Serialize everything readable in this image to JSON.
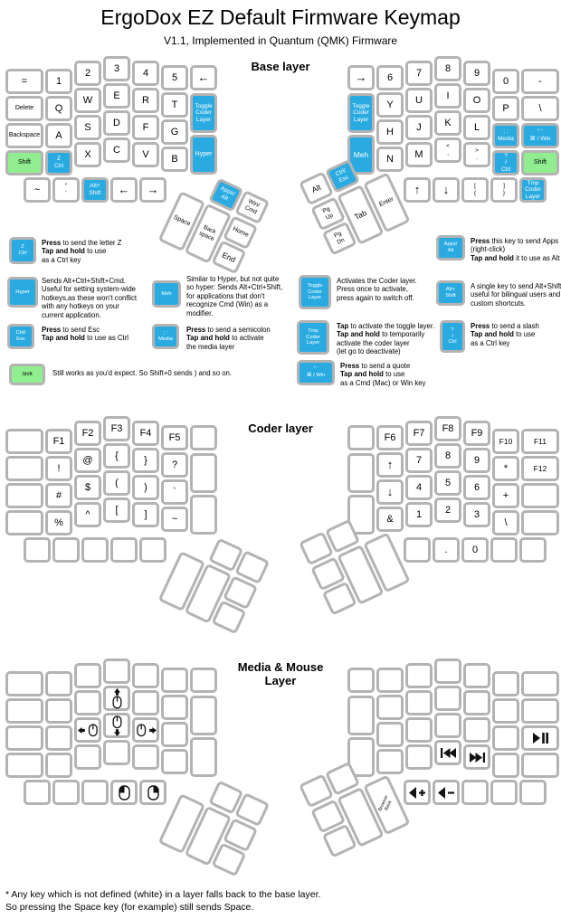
{
  "title": "ErgoDox EZ Default Firmware Keymap",
  "subtitle": "V1.1, Implemented in Quantum (QMK) Firmware",
  "footnote": {
    "line1": "* Any key which is not defined (white) in a layer falls back to the base layer.",
    "line2": "So pressing the Space key (for example) still sends Space."
  },
  "colors": {
    "accent_blue": "#29ABE2",
    "accent_green": "#90EE90",
    "key_border": "#B3B3B3",
    "key_fill": "#FFFFFF"
  },
  "layers": [
    {
      "id": "base",
      "label_lines": [
        "Base layer"
      ],
      "keys": {
        "l10": {
          "t": [
            "="
          ]
        },
        "l11": {
          "t": [
            "1"
          ]
        },
        "l12": {
          "t": [
            "2"
          ]
        },
        "l13": {
          "t": [
            "3"
          ]
        },
        "l14": {
          "t": [
            "4"
          ]
        },
        "l15": {
          "t": [
            "5"
          ]
        },
        "li1": {
          "t": [
            "←"
          ],
          "big": 1
        },
        "l20": {
          "t": [
            "Delete"
          ]
        },
        "l21": {
          "t": [
            "Q"
          ]
        },
        "l22": {
          "t": [
            "W"
          ]
        },
        "l23": {
          "t": [
            "E"
          ]
        },
        "l24": {
          "t": [
            "R"
          ]
        },
        "l25": {
          "t": [
            "T"
          ]
        },
        "li2": {
          "t": [
            "Toggle",
            "Coder",
            "Layer"
          ],
          "c": "blue"
        },
        "l30": {
          "t": [
            "Backspace"
          ]
        },
        "l31": {
          "t": [
            "A"
          ]
        },
        "l32": {
          "t": [
            "S"
          ]
        },
        "l33": {
          "t": [
            "D"
          ]
        },
        "l34": {
          "t": [
            "F"
          ]
        },
        "l35": {
          "t": [
            "G"
          ]
        },
        "li3": {
          "t": [
            "Hyper"
          ],
          "c": "blue"
        },
        "l40": {
          "t": [
            "Shift"
          ],
          "c": "green"
        },
        "l41": {
          "t": [
            "Z",
            "Ctrl"
          ],
          "c": "blue"
        },
        "l42": {
          "t": [
            "X"
          ]
        },
        "l43": {
          "t": [
            "C"
          ]
        },
        "l44": {
          "t": [
            "V"
          ]
        },
        "l45": {
          "t": [
            "B"
          ]
        },
        "lb1": {
          "t": [
            "~"
          ]
        },
        "lb2": {
          "t": [
            "“",
            "‘"
          ]
        },
        "lb3": {
          "t": [
            "Alt+",
            "Shift"
          ],
          "c": "blue"
        },
        "lb4": {
          "t": [
            "←"
          ],
          "big": 1
        },
        "lb5": {
          "t": [
            "→"
          ],
          "big": 1
        },
        "lt1": {
          "t": [
            "Apps/",
            "Alt"
          ],
          "c": "blue"
        },
        "lt2": {
          "t": [
            "Win/",
            "Cmd"
          ]
        },
        "lt3": {
          "t": [
            "Space"
          ]
        },
        "lt4": {
          "t": [
            "Back",
            "space"
          ]
        },
        "lt5": {
          "t": [
            "Home"
          ]
        },
        "lt6": {
          "t": [
            "End"
          ]
        },
        "ri1": {
          "t": [
            "→"
          ],
          "big": 1
        },
        "r10": {
          "t": [
            "6"
          ]
        },
        "r11": {
          "t": [
            "7"
          ]
        },
        "r12": {
          "t": [
            "8"
          ]
        },
        "r13": {
          "t": [
            "9"
          ]
        },
        "r14": {
          "t": [
            "0"
          ]
        },
        "r15": {
          "t": [
            "-"
          ]
        },
        "ri2": {
          "t": [
            "Toggle",
            "Coder",
            "Layer"
          ],
          "c": "blue"
        },
        "r20": {
          "t": [
            "Y"
          ]
        },
        "r21": {
          "t": [
            "U"
          ]
        },
        "r22": {
          "t": [
            "I"
          ]
        },
        "r23": {
          "t": [
            "O"
          ]
        },
        "r24": {
          "t": [
            "P"
          ]
        },
        "r25": {
          "t": [
            "\\"
          ]
        },
        "ri3": {
          "t": [
            "Meh"
          ],
          "c": "blue"
        },
        "r30": {
          "t": [
            "H"
          ]
        },
        "r31": {
          "t": [
            "J"
          ]
        },
        "r32": {
          "t": [
            "K"
          ]
        },
        "r33": {
          "t": [
            "L"
          ]
        },
        "r34": {
          "t": [
            "; :",
            "Media"
          ],
          "c": "blue"
        },
        "r35": {
          "t": [
            "“ ‘",
            "⌘ / Win"
          ],
          "c": "blue"
        },
        "r40": {
          "t": [
            "N"
          ]
        },
        "r41": {
          "t": [
            "M"
          ]
        },
        "r42": {
          "t": [
            "<",
            ","
          ]
        },
        "r43": {
          "t": [
            ">",
            "."
          ]
        },
        "r44": {
          "t": [
            "?",
            "/",
            "Ctrl"
          ],
          "c": "blue"
        },
        "r45": {
          "t": [
            "Shift"
          ],
          "c": "green"
        },
        "rb1": {
          "t": [
            "↑"
          ],
          "big": 1
        },
        "rb2": {
          "t": [
            "↓"
          ],
          "big": 1
        },
        "rb3": {
          "t": [
            "[",
            "{"
          ]
        },
        "rb4": {
          "t": [
            "]",
            "}"
          ]
        },
        "rb5": {
          "t": [
            "Tmp",
            "Coder",
            "Layer"
          ],
          "c": "blue"
        },
        "rt1": {
          "t": [
            "Alt"
          ]
        },
        "rt2": {
          "t": [
            "Ctrl/",
            "Esc"
          ],
          "c": "blue"
        },
        "rt3": {
          "t": [
            "Pg",
            "Up"
          ]
        },
        "rt4": {
          "t": [
            "Pg",
            "Dn"
          ]
        },
        "rt5": {
          "t": [
            "Tab"
          ]
        },
        "rt6": {
          "t": [
            "Enter"
          ]
        }
      }
    },
    {
      "id": "coder",
      "label_lines": [
        "Coder layer"
      ],
      "keys": {
        "l11": {
          "t": [
            "F1"
          ]
        },
        "l12": {
          "t": [
            "F2"
          ]
        },
        "l13": {
          "t": [
            "F3"
          ]
        },
        "l14": {
          "t": [
            "F4"
          ]
        },
        "l15": {
          "t": [
            "F5"
          ]
        },
        "l21": {
          "t": [
            "!"
          ]
        },
        "l22": {
          "t": [
            "@"
          ]
        },
        "l23": {
          "t": [
            "{"
          ]
        },
        "l24": {
          "t": [
            "}"
          ]
        },
        "l25": {
          "t": [
            "?"
          ]
        },
        "l31": {
          "t": [
            "#"
          ]
        },
        "l32": {
          "t": [
            "$"
          ]
        },
        "l33": {
          "t": [
            "("
          ]
        },
        "l34": {
          "t": [
            ")"
          ]
        },
        "l35": {
          "t": [
            "`"
          ]
        },
        "l41": {
          "t": [
            "%"
          ]
        },
        "l42": {
          "t": [
            "^"
          ]
        },
        "l43": {
          "t": [
            "["
          ]
        },
        "l44": {
          "t": [
            "]"
          ]
        },
        "l45": {
          "t": [
            "~"
          ]
        },
        "r10": {
          "t": [
            "F6"
          ]
        },
        "r11": {
          "t": [
            "F7"
          ]
        },
        "r12": {
          "t": [
            "F8"
          ]
        },
        "r13": {
          "t": [
            "F9"
          ]
        },
        "r14": {
          "t": [
            "F10"
          ]
        },
        "r15": {
          "t": [
            "F11"
          ]
        },
        "r20": {
          "t": [
            "↑"
          ],
          "big": 1
        },
        "r21": {
          "t": [
            "7"
          ]
        },
        "r22": {
          "t": [
            "8"
          ]
        },
        "r23": {
          "t": [
            "9"
          ]
        },
        "r24": {
          "t": [
            "*"
          ]
        },
        "r25": {
          "t": [
            "F12"
          ]
        },
        "r30": {
          "t": [
            "↓"
          ],
          "big": 1
        },
        "r31": {
          "t": [
            "4"
          ]
        },
        "r32": {
          "t": [
            "5"
          ]
        },
        "r33": {
          "t": [
            "6"
          ]
        },
        "r34": {
          "t": [
            "+"
          ]
        },
        "r40": {
          "t": [
            "&"
          ]
        },
        "r41": {
          "t": [
            "1"
          ]
        },
        "r42": {
          "t": [
            "2"
          ]
        },
        "r43": {
          "t": [
            "3"
          ]
        },
        "r44": {
          "t": [
            "\\"
          ]
        },
        "rb2": {
          "t": [
            "."
          ]
        },
        "rb3": {
          "t": [
            "0"
          ]
        }
      }
    },
    {
      "id": "media",
      "label_lines": [
        "Media & Mouse",
        "Layer"
      ],
      "keys": {
        "l23": {
          "icon": "mouse-up"
        },
        "l32": {
          "icon": "mouse-left"
        },
        "l33": {
          "icon": "mouse-down"
        },
        "l34": {
          "icon": "mouse-right"
        },
        "lb4": {
          "icon": "mouse-btn-left"
        },
        "lb5": {
          "icon": "mouse-btn-right"
        },
        "r35": {
          "icon": "play-pause"
        },
        "r42": {
          "icon": "prev-track"
        },
        "r43": {
          "icon": "next-track"
        },
        "rb1": {
          "icon": "vol-up"
        },
        "rb2": {
          "icon": "vol-down"
        },
        "rt6": {
          "t": [
            "Browser",
            "Back"
          ],
          "rot": 1
        }
      }
    }
  ],
  "legend": [
    {
      "id": "z-ctrl",
      "key": {
        "t": [
          "Z",
          "Ctrl"
        ],
        "c": "blue",
        "w": 30,
        "h": 30
      },
      "lines": [
        [
          [
            1,
            "Press"
          ],
          [
            0,
            " to send the letter Z"
          ]
        ],
        [
          [
            1,
            "Tap and hold"
          ],
          [
            0,
            " to use"
          ]
        ],
        [
          [
            0,
            "as a Ctrl key"
          ]
        ]
      ]
    },
    {
      "id": "apps-alt",
      "key": {
        "t": [
          "Apps/",
          "Alt"
        ],
        "c": "blue",
        "w": 32,
        "h": 28
      },
      "lines": [
        [
          [
            1,
            "Press"
          ],
          [
            0,
            " this key to send Apps"
          ]
        ],
        [
          [
            0,
            "(right-click)"
          ]
        ],
        [
          [
            1,
            "Tap and hold"
          ],
          [
            0,
            " it to use as Alt"
          ]
        ]
      ]
    },
    {
      "id": "hyper",
      "key": {
        "t": [
          "Hyper"
        ],
        "c": "blue",
        "w": 34,
        "h": 34
      },
      "lines": [
        [
          [
            0,
            "Sends Alt+Ctrl+Shift+Cmd."
          ]
        ],
        [
          [
            0,
            "Useful for setting system-wide"
          ]
        ],
        [
          [
            0,
            "hotkeys,as these won't conflict"
          ]
        ],
        [
          [
            0,
            "with any hotkeys on your"
          ]
        ],
        [
          [
            0,
            "current application."
          ]
        ]
      ]
    },
    {
      "id": "meh",
      "key": {
        "t": [
          "Meh"
        ],
        "c": "blue",
        "w": 32,
        "h": 30
      },
      "lines": [
        [
          [
            0,
            "Similar to Hyper, but not quite"
          ]
        ],
        [
          [
            0,
            "so hyper: Sends Alt+Ctrl+Shift,"
          ]
        ],
        [
          [
            0,
            "for applications that don't"
          ]
        ],
        [
          [
            0,
            "recognize Cmd (Win) as a"
          ]
        ],
        [
          [
            0,
            "modifier."
          ]
        ]
      ]
    },
    {
      "id": "toggle-coder",
      "key": {
        "t": [
          "Toggle",
          "Coder",
          "Layer"
        ],
        "c": "blue",
        "w": 36,
        "h": 38
      },
      "lines": [
        [
          [
            0,
            "Activates the Coder layer."
          ]
        ],
        [
          [
            0,
            "Press once to activate,"
          ]
        ],
        [
          [
            0,
            "press again to switch off."
          ]
        ]
      ]
    },
    {
      "id": "alt-shift",
      "key": {
        "t": [
          "Alt+",
          "Shift"
        ],
        "c": "blue",
        "w": 32,
        "h": 28
      },
      "lines": [
        [
          [
            0,
            "A single key to send Alt+Shift"
          ]
        ],
        [
          [
            0,
            "useful for bilingual users and"
          ]
        ],
        [
          [
            0,
            "custom shortcuts."
          ]
        ]
      ]
    },
    {
      "id": "ctrl-esc",
      "key": {
        "t": [
          "Ctrl/",
          "Esc"
        ],
        "c": "blue",
        "w": 30,
        "h": 28
      },
      "lines": [
        [
          [
            1,
            "Press"
          ],
          [
            0,
            " to send Esc"
          ]
        ],
        [
          [
            1,
            "Tap and hold"
          ],
          [
            0,
            " to use as Ctrl"
          ]
        ]
      ]
    },
    {
      "id": "semi-media",
      "key": {
        "t": [
          "; :",
          "Media"
        ],
        "c": "blue",
        "w": 30,
        "h": 28
      },
      "lines": [
        [
          [
            1,
            "Press"
          ],
          [
            0,
            " to send a semicolon"
          ]
        ],
        [
          [
            1,
            "Tap and hold"
          ],
          [
            0,
            " to activate"
          ]
        ],
        [
          [
            0,
            "the media layer"
          ]
        ]
      ]
    },
    {
      "id": "tmp-coder",
      "key": {
        "t": [
          "Tmp",
          "Coder",
          "Layer"
        ],
        "c": "blue",
        "w": 36,
        "h": 38
      },
      "lines": [
        [
          [
            1,
            "Tap"
          ],
          [
            0,
            " to activate the toggle layer."
          ]
        ],
        [
          [
            1,
            "Tap and hold"
          ],
          [
            0,
            " to temporarily"
          ]
        ],
        [
          [
            0,
            "activate the coder layer"
          ]
        ],
        [
          [
            0,
            "(let go to deactivate)"
          ]
        ]
      ]
    },
    {
      "id": "slash-ctrl",
      "key": {
        "t": [
          "?",
          "/",
          "Ctrl"
        ],
        "c": "blue",
        "w": 28,
        "h": 36
      },
      "lines": [
        [
          [
            1,
            "Press"
          ],
          [
            0,
            " to send a slash"
          ]
        ],
        [
          [
            1,
            "Tap and hold"
          ],
          [
            0,
            " to use"
          ]
        ],
        [
          [
            0,
            "as a Ctrl key"
          ]
        ]
      ]
    },
    {
      "id": "shift-note",
      "key": {
        "t": [
          "Shift"
        ],
        "c": "green",
        "w": 40,
        "h": 24
      },
      "lines": [
        [
          [
            0,
            "Still works as you'd expect. So Shift+0 sends ) and so on."
          ]
        ]
      ]
    },
    {
      "id": "quote-win",
      "key": {
        "t": [
          "“ ‘",
          "⌘ / Win"
        ],
        "c": "blue",
        "w": 42,
        "h": 28
      },
      "lines": [
        [
          [
            1,
            "Press"
          ],
          [
            0,
            " to send a quote"
          ]
        ],
        [
          [
            1,
            "Tap and hold"
          ],
          [
            0,
            " to use"
          ]
        ],
        [
          [
            0,
            "as a Cmd (Mac) or Win key"
          ]
        ]
      ]
    }
  ]
}
